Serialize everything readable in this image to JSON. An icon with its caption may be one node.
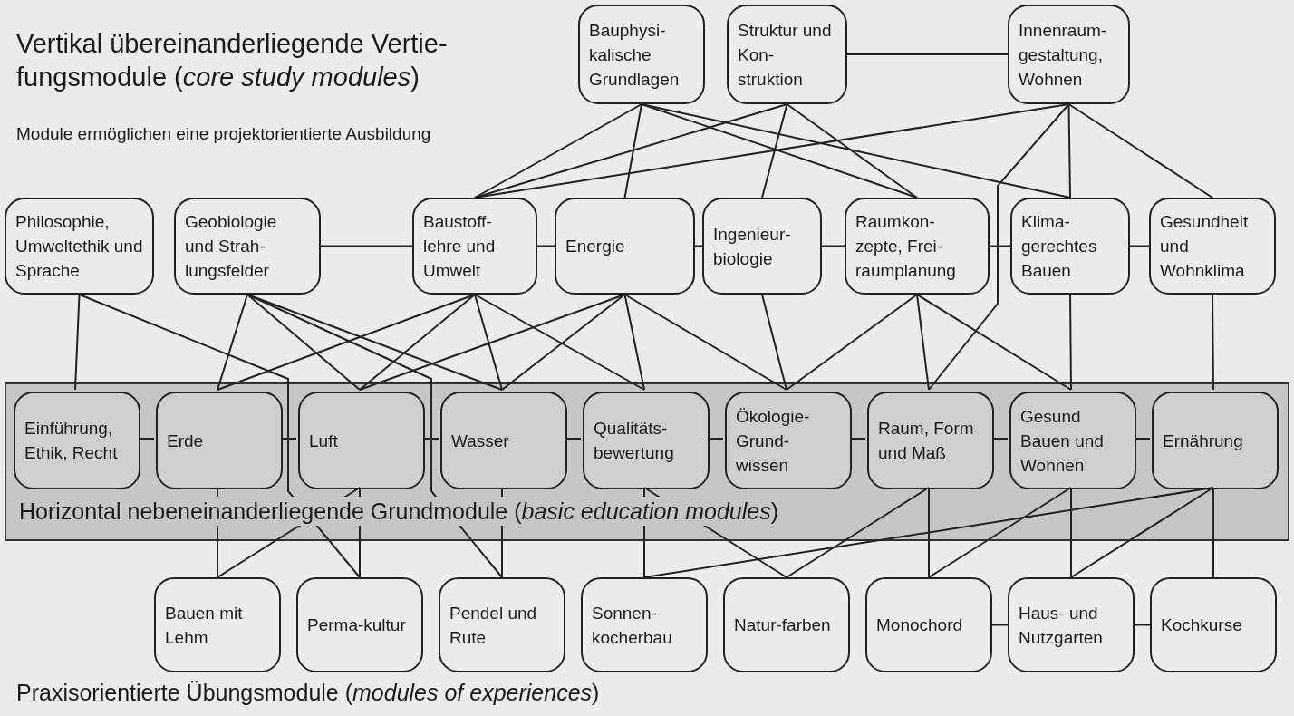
{
  "diagram": {
    "nodes": [
      {
        "text": [
          "Bauphysi-kalische Grundlagen"
        ]
      },
      {
        "text": [
          "Struktur und Kon-struktion"
        ]
      },
      {
        "text": [
          "Innenraum-gestaltung, Wohnen"
        ]
      },
      {
        "text": [
          "Philosophie, Umweltethik und Sprache"
        ]
      },
      {
        "text": [
          "Geobiologie und Strah-lungsfelder"
        ]
      },
      {
        "text": [
          "Baustoff-lehre und Umwelt"
        ]
      },
      {
        "text": [
          "Energie"
        ]
      },
      {
        "text": [
          "Ingenieur-biologie"
        ]
      },
      {
        "text": [
          "Raumkon-zepte, Frei-raumplanung"
        ]
      },
      {
        "text": [
          "Klima-gerechtes Bauen"
        ]
      },
      {
        "text": [
          "Gesundheit und Wohnklima"
        ]
      },
      {
        "text": [
          "Horizontal nebeneinanderliegende Grundmodule (*basic education modules*)"
        ]
      },
      {
        "text": [
          "Einführung, Ethik, Recht"
        ],
        "in": 11
      },
      {
        "text": [
          "Erde"
        ],
        "in": 11
      },
      {
        "text": [
          "Luft"
        ],
        "in": 11
      },
      {
        "text": [
          "Wasser"
        ],
        "in": 11
      },
      {
        "text": [
          "Qualitäts-bewertung"
        ],
        "in": 11
      },
      {
        "text": [
          "Ökologie-Grund-wissen"
        ],
        "in": 11
      },
      {
        "text": [
          "Raum, Form und Maß"
        ],
        "in": 11
      },
      {
        "text": [
          "Gesund Bauen und Wohnen"
        ],
        "in": 11
      },
      {
        "text": [
          "Ernährung"
        ],
        "in": 11
      },
      {
        "text": [
          "Bauen mit Lehm"
        ]
      },
      {
        "text": [
          "Perma-kultur"
        ]
      },
      {
        "text": [
          "Pendel und Rute"
        ]
      },
      {
        "text": [
          "Sonnen-kocherbau"
        ]
      },
      {
        "text": [
          "Natur-farben"
        ]
      },
      {
        "text": [
          "Monochord"
        ]
      },
      {
        "text": [
          "Haus- und Nutzgarten"
        ]
      },
      {
        "text": [
          "Kochkurse"
        ]
      }
    ],
    "edges": [
      {
        "from": 1,
        "to": 2,
        "arrow": "none"
      },
      {
        "from": 4,
        "to": 5,
        "arrow": "none"
      },
      {
        "from": 5,
        "to": 6,
        "arrow": "none"
      },
      {
        "from": 6,
        "to": 7,
        "arrow": "none"
      },
      {
        "from": 7,
        "to": 8,
        "arrow": "none"
      },
      {
        "from": 8,
        "to": 9,
        "arrow": "none"
      },
      {
        "from": 9,
        "to": 10,
        "arrow": "none"
      },
      {
        "from": 12,
        "to": 13,
        "arrow": "none"
      },
      {
        "from": 13,
        "to": 14,
        "arrow": "none"
      },
      {
        "from": 14,
        "to": 15,
        "arrow": "none"
      },
      {
        "from": 15,
        "to": 16,
        "arrow": "none"
      },
      {
        "from": 16,
        "to": 17,
        "arrow": "none"
      },
      {
        "from": 17,
        "to": 18,
        "arrow": "none"
      },
      {
        "from": 18,
        "to": 19,
        "arrow": "none"
      },
      {
        "from": 19,
        "to": 20,
        "arrow": "none"
      },
      {
        "from": 26,
        "to": 27,
        "arrow": "none"
      },
      {
        "from": 27,
        "to": 28,
        "arrow": "none"
      },
      {
        "from": 0,
        "to": 5,
        "arrow": "none"
      },
      {
        "from": 0,
        "to": 6,
        "arrow": "none"
      },
      {
        "from": 0,
        "to": 8,
        "arrow": "none"
      },
      {
        "from": 0,
        "to": 9,
        "arrow": "none"
      },
      {
        "from": 1,
        "to": 5,
        "arrow": "none"
      },
      {
        "from": 1,
        "to": 7,
        "arrow": "none"
      },
      {
        "from": 1,
        "to": 8,
        "arrow": "none"
      },
      {
        "from": 2,
        "to": 5,
        "arrow": "none"
      },
      {
        "from": 2,
        "to": 9,
        "arrow": "none"
      },
      {
        "from": 2,
        "to": 10,
        "arrow": "none"
      },
      {
        "from": 2,
        "to": 18,
        "arrow": "none"
      },
      {
        "from": 3,
        "to": 12,
        "arrow": "none"
      },
      {
        "from": 3,
        "to": 22,
        "arrow": "none"
      },
      {
        "from": 4,
        "to": 13,
        "arrow": "none"
      },
      {
        "from": 4,
        "to": 14,
        "arrow": "none"
      },
      {
        "from": 4,
        "to": 15,
        "arrow": "none"
      },
      {
        "from": 4,
        "to": 23,
        "arrow": "none"
      },
      {
        "from": 5,
        "to": 13,
        "arrow": "none"
      },
      {
        "from": 5,
        "to": 14,
        "arrow": "none"
      },
      {
        "from": 5,
        "to": 15,
        "arrow": "none"
      },
      {
        "from": 5,
        "to": 16,
        "arrow": "none"
      },
      {
        "from": 6,
        "to": 14,
        "arrow": "none"
      },
      {
        "from": 6,
        "to": 15,
        "arrow": "none"
      },
      {
        "from": 6,
        "to": 16,
        "arrow": "none"
      },
      {
        "from": 6,
        "to": 17,
        "arrow": "none"
      },
      {
        "from": 7,
        "to": 17,
        "arrow": "none"
      },
      {
        "from": 8,
        "to": 17,
        "arrow": "none"
      },
      {
        "from": 8,
        "to": 18,
        "arrow": "none"
      },
      {
        "from": 8,
        "to": 19,
        "arrow": "none"
      },
      {
        "from": 9,
        "to": 19,
        "arrow": "none"
      },
      {
        "from": 10,
        "to": 20,
        "arrow": "none"
      },
      {
        "from": 13,
        "to": 21,
        "arrow": "none"
      },
      {
        "from": 14,
        "to": 21,
        "arrow": "none"
      },
      {
        "from": 14,
        "to": 22,
        "arrow": "none"
      },
      {
        "from": 15,
        "to": 23,
        "arrow": "none"
      },
      {
        "from": 16,
        "to": 24,
        "arrow": "none"
      },
      {
        "from": 16,
        "to": 25,
        "arrow": "none"
      },
      {
        "from": 18,
        "to": 25,
        "arrow": "none"
      },
      {
        "from": 18,
        "to": 26,
        "arrow": "none"
      },
      {
        "from": 19,
        "to": 26,
        "arrow": "none"
      },
      {
        "from": 19,
        "to": 27,
        "arrow": "none"
      },
      {
        "from": 20,
        "to": 24,
        "arrow": "none"
      },
      {
        "from": 20,
        "to": 27,
        "arrow": "none"
      },
      {
        "from": 20,
        "to": 28,
        "arrow": "none"
      }
    ],
    "labels": [
      "Vertikal übereinanderliegende Vertie-fungsmodule (*core study modules*)",
      "Module ermöglichen eine projektorientierte Ausbildung",
      "Praxisorientierte Übungsmodule (*modules of experiences*)"
    ]
  }
}
